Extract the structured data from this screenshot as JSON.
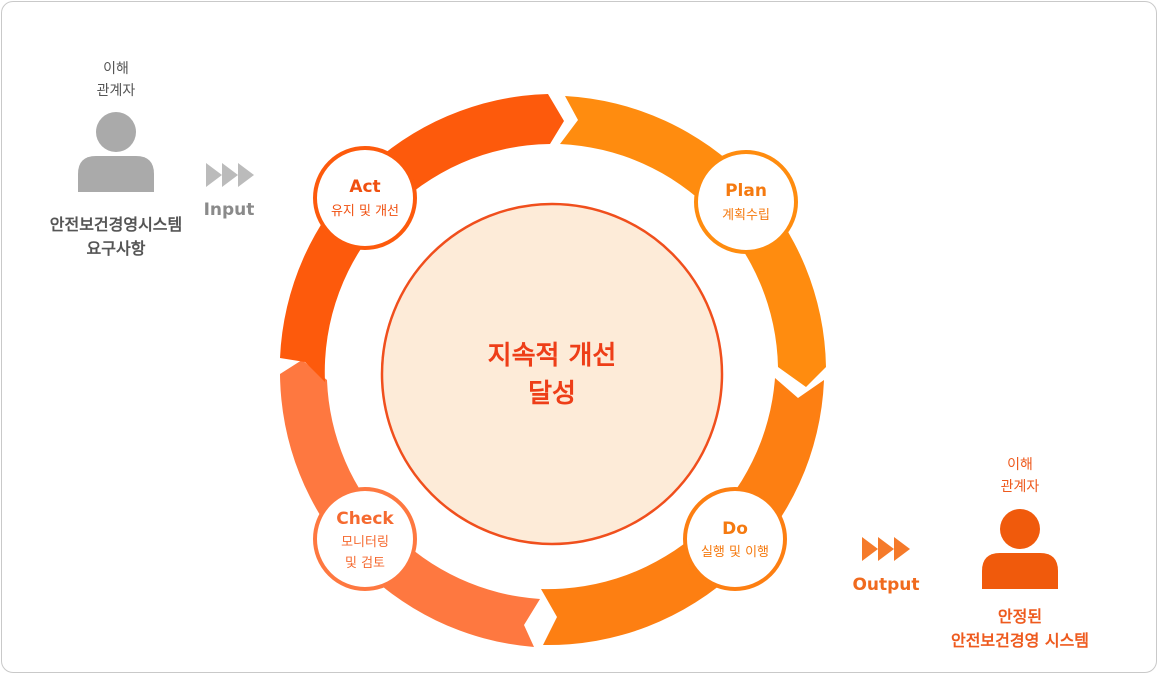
{
  "colors": {
    "act_arc": "#fd5a0c",
    "plan_arc": "#ff8c0f",
    "do_arc": "#fd7f12",
    "check_arc": "#fe7840",
    "center_fill": "#fdebd8",
    "center_stroke": "#f04f1d",
    "gray_person": "#aaaaaa",
    "orange_person": "#f05a0c"
  },
  "input": {
    "stakeholder_line1": "이해",
    "stakeholder_line2": "관계자",
    "requirement_line1": "안전보건경영시스템",
    "requirement_line2": "요구사항",
    "arrow_label": "Input",
    "person_icon": "person-icon",
    "arrow_icon": "triple-arrow-icon"
  },
  "output": {
    "stakeholder_line1": "이해",
    "stakeholder_line2": "관계자",
    "result_line1": "안정된",
    "result_line2": "안전보건경영 시스템",
    "arrow_label": "Output",
    "person_icon": "person-icon",
    "arrow_icon": "triple-arrow-icon"
  },
  "cycle": {
    "center_line1": "지속적 개선",
    "center_line2": "달성",
    "stages": {
      "act": {
        "title": "Act",
        "desc": "유지 및 개선"
      },
      "plan": {
        "title": "Plan",
        "desc": "계획수립"
      },
      "do": {
        "title": "Do",
        "desc": "실행 및 이행"
      },
      "check": {
        "title": "Check",
        "desc1": "모니터링",
        "desc2": "및 검토"
      }
    }
  }
}
